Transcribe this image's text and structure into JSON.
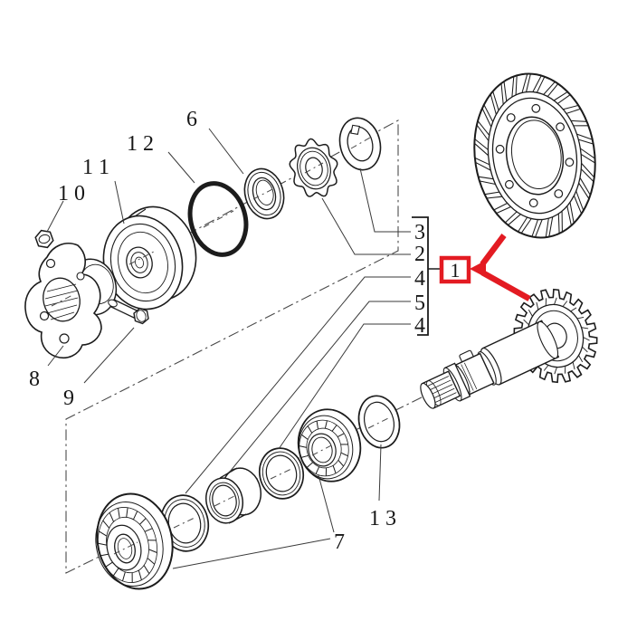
{
  "figure": {
    "kind": "exploded-parts-diagram",
    "subject": "crown wheel and bevel pinion shaft assembly",
    "colors": {
      "accent_red": "#e31b22",
      "line": "#1c1c1c",
      "background": "#ffffff"
    },
    "callouts": {
      "c6": "6",
      "c7": "7",
      "c8": "8",
      "c9": "9",
      "c10": "1 0",
      "c11": "1 1",
      "c12": "1 2",
      "c13": "1 3"
    },
    "bracket": {
      "items": [
        "3",
        "2",
        "4",
        "5",
        "4"
      ]
    },
    "highlight": {
      "ref": "1"
    }
  }
}
